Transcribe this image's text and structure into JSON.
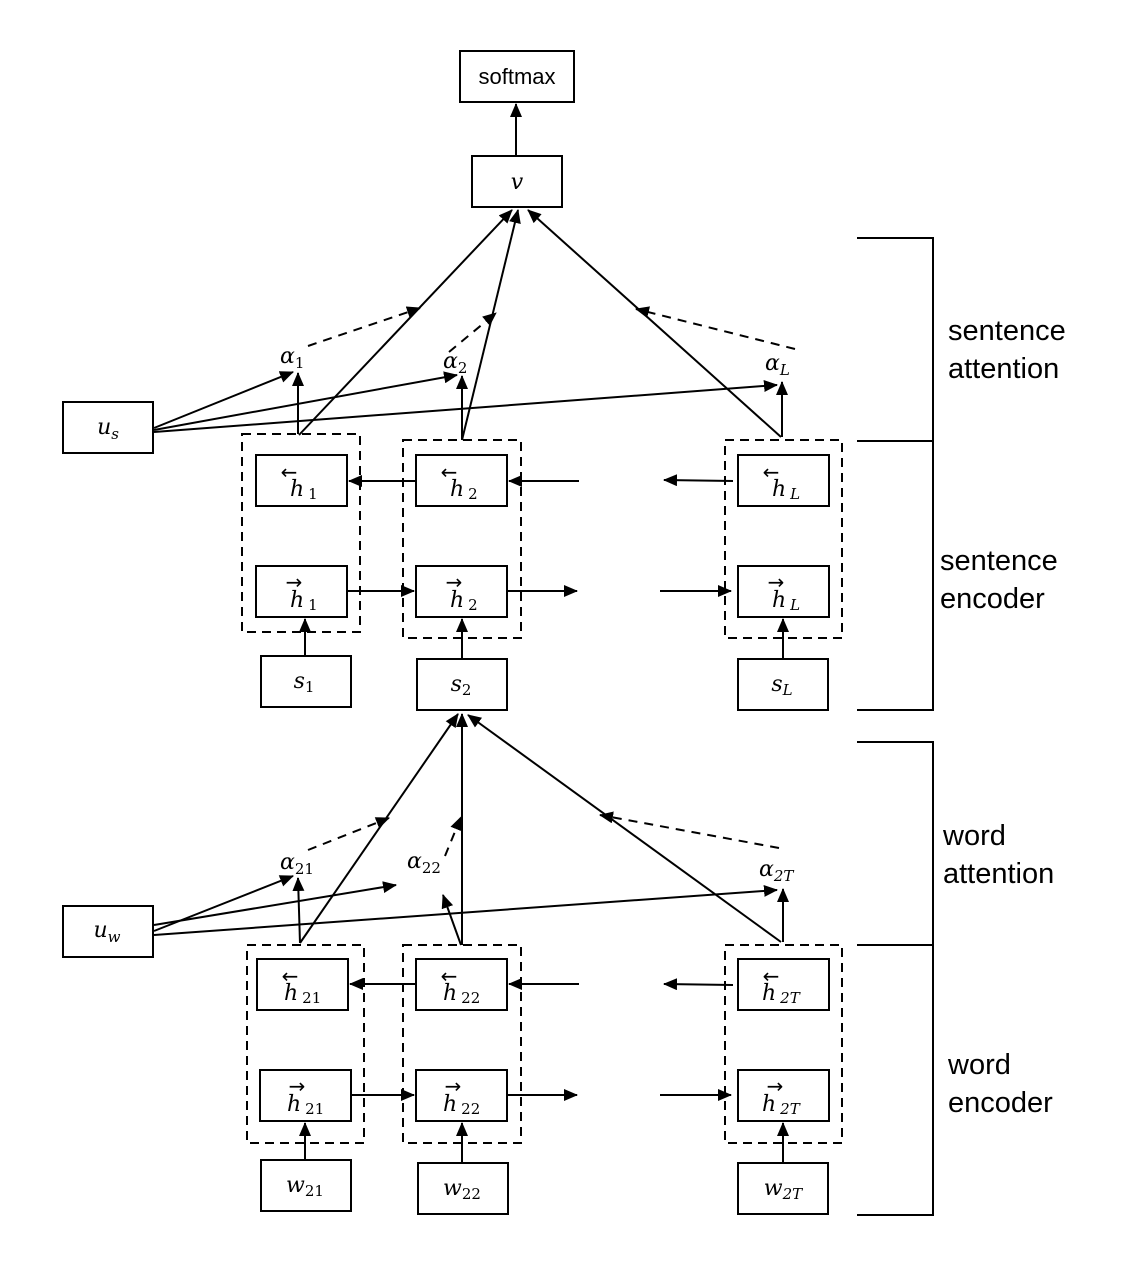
{
  "top": {
    "softmax": "softmax",
    "v": "v"
  },
  "sentence_level": {
    "context_vector": {
      "base": "u",
      "sub": "s"
    },
    "alphas": [
      {
        "base": "α",
        "sub": "1"
      },
      {
        "base": "α",
        "sub": "2"
      },
      {
        "base": "α",
        "sub": "L"
      }
    ],
    "backward_states": [
      {
        "base": "h",
        "arrow": "←",
        "sub": "1"
      },
      {
        "base": "h",
        "arrow": "←",
        "sub": "2"
      },
      {
        "base": "h",
        "arrow": "←",
        "sub": "L"
      }
    ],
    "forward_states": [
      {
        "base": "h",
        "arrow": "→",
        "sub": "1"
      },
      {
        "base": "h",
        "arrow": "→",
        "sub": "2"
      },
      {
        "base": "h",
        "arrow": "→",
        "sub": "L"
      }
    ],
    "inputs": [
      {
        "base": "s",
        "sub": "1"
      },
      {
        "base": "s",
        "sub": "2"
      },
      {
        "base": "s",
        "sub": "L"
      }
    ]
  },
  "word_level": {
    "context_vector": {
      "base": "u",
      "sub": "w"
    },
    "alphas": [
      {
        "base": "α",
        "sub": "21"
      },
      {
        "base": "α",
        "sub": "22"
      },
      {
        "base": "α",
        "sub": "2T"
      }
    ],
    "backward_states": [
      {
        "base": "h",
        "arrow": "←",
        "sub": "21"
      },
      {
        "base": "h",
        "arrow": "←",
        "sub": "22"
      },
      {
        "base": "h",
        "arrow": "←",
        "sub": "2T"
      }
    ],
    "forward_states": [
      {
        "base": "h",
        "arrow": "→",
        "sub": "21"
      },
      {
        "base": "h",
        "arrow": "→",
        "sub": "22"
      },
      {
        "base": "h",
        "arrow": "→",
        "sub": "2T"
      }
    ],
    "inputs": [
      {
        "base": "w",
        "sub": "21"
      },
      {
        "base": "w",
        "sub": "22"
      },
      {
        "base": "w",
        "sub": "2T"
      }
    ]
  },
  "brackets": [
    {
      "line1": "sentence",
      "line2": "attention"
    },
    {
      "line1": "sentence",
      "line2": "encoder"
    },
    {
      "line1": "word",
      "line2": "attention"
    },
    {
      "line1": "word",
      "line2": "encoder"
    }
  ]
}
